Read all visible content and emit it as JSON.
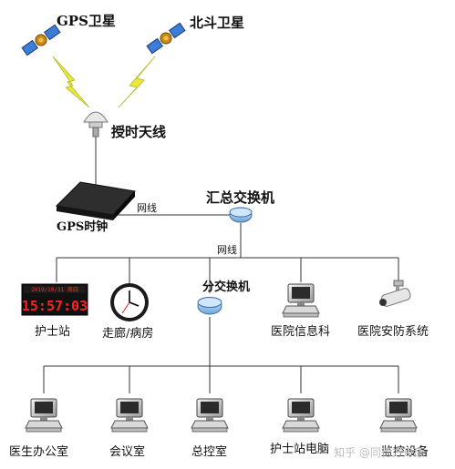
{
  "satellites": {
    "gps": "GPS卫星",
    "beidou": "北斗卫星"
  },
  "antenna": "授时天线",
  "gps_clock": "GPS时钟",
  "cable1": "网线",
  "cable2": "网线",
  "main_switch": "汇总交换机",
  "sub_switch": "分交换机",
  "tier1": {
    "nurse_station": "护士站",
    "corridor": "走廊/病房",
    "hospital_info": "医院信息科",
    "security": "医院安防系统",
    "led_clock_text": "15:57:03",
    "led_clock_top": "2019/10/31 周四"
  },
  "tier2": {
    "doctor_office": "医生办公室",
    "meeting_room": "会议室",
    "control_room": "总控室",
    "nurse_terminal": "护士站电脑",
    "monitor_device": "监控设备"
  },
  "watermark": "知乎 @同德方舟康",
  "colors": {
    "line": "#333333",
    "bolt": "#e8e83a",
    "switch": "#9ec5ee",
    "led": "#ff2020"
  }
}
